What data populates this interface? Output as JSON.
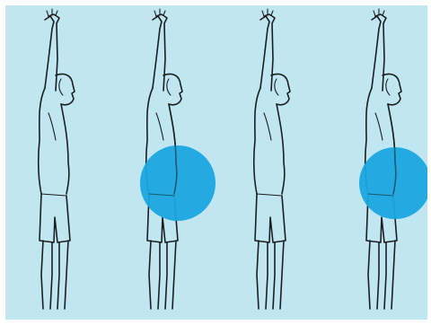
{
  "illustration": {
    "background_color": "#bfe6f1",
    "highlight_color": "#1aa6e0",
    "ink_color": "#1c1f22",
    "figures": [
      {
        "pose": "arms-raised",
        "highlight": false
      },
      {
        "pose": "arms-raised",
        "highlight": true
      },
      {
        "pose": "arms-raised",
        "highlight": false
      },
      {
        "pose": "arms-raised",
        "highlight": true
      }
    ]
  }
}
